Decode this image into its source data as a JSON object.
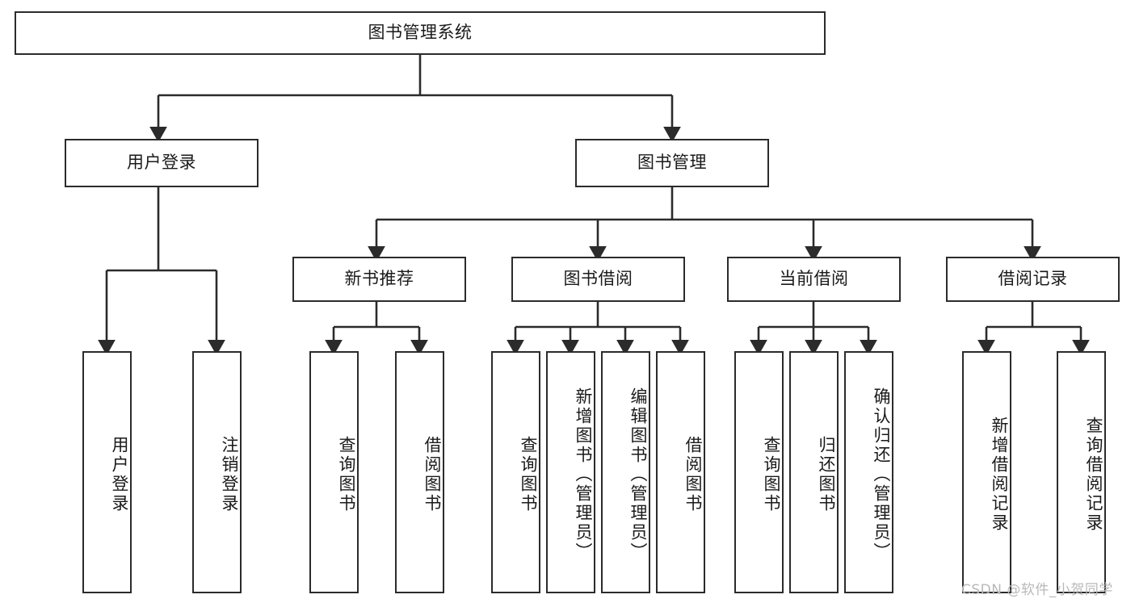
{
  "diagram": {
    "title": "图书管理系统",
    "watermark": "CSDN @软件_小贺同学",
    "colors": {
      "stroke": "#2b2b2b",
      "fill": "#ffffff",
      "text": "#1a1a1a",
      "watermark": "#b9b9b9"
    },
    "levels": {
      "root": "图书管理系统",
      "level2": [
        "用户登录",
        "图书管理"
      ],
      "level3": [
        "新书推荐",
        "图书借阅",
        "当前借阅",
        "借阅记录"
      ],
      "leaves": [
        "用户登录",
        "注销登录",
        "查询图书",
        "借阅图书",
        "查询图书",
        "新增图书（管理员）",
        "编辑图书（管理员）",
        "借阅图书",
        "查询图书",
        "归还图书",
        "确认归还（管理员）",
        "新增借阅记录",
        "查询借阅记录"
      ]
    },
    "nodes": {
      "root": {
        "label": "图书管理系统"
      },
      "user_login": {
        "label": "用户登录"
      },
      "book_manage": {
        "label": "图书管理"
      },
      "new_book_rec": {
        "label": "新书推荐"
      },
      "book_borrow": {
        "label": "图书借阅"
      },
      "current_borrow": {
        "label": "当前借阅"
      },
      "borrow_record": {
        "label": "借阅记录"
      },
      "leaf_user_login": {
        "label": "用户登录"
      },
      "leaf_logout": {
        "label": "注销登录"
      },
      "leaf_query_book_a": {
        "label": "查询图书"
      },
      "leaf_borrow_book_a": {
        "label": "借阅图书"
      },
      "leaf_query_book_b": {
        "label": "查询图书"
      },
      "leaf_add_book": {
        "label": "新增图书（管理员）"
      },
      "leaf_edit_book": {
        "label": "编辑图书（管理员）"
      },
      "leaf_borrow_book_b": {
        "label": "借阅图书"
      },
      "leaf_query_book_c": {
        "label": "查询图书"
      },
      "leaf_return_book": {
        "label": "归还图书"
      },
      "leaf_confirm_return": {
        "label": "确认归还（管理员）"
      },
      "leaf_add_record": {
        "label": "新增借阅记录"
      },
      "leaf_query_record": {
        "label": "查询借阅记录"
      }
    },
    "edges": [
      {
        "from": "root",
        "to": "user_login"
      },
      {
        "from": "root",
        "to": "book_manage"
      },
      {
        "from": "user_login",
        "to": "leaf_user_login"
      },
      {
        "from": "user_login",
        "to": "leaf_logout"
      },
      {
        "from": "book_manage",
        "to": "new_book_rec"
      },
      {
        "from": "book_manage",
        "to": "book_borrow"
      },
      {
        "from": "book_manage",
        "to": "current_borrow"
      },
      {
        "from": "book_manage",
        "to": "borrow_record"
      },
      {
        "from": "new_book_rec",
        "to": "leaf_query_book_a"
      },
      {
        "from": "new_book_rec",
        "to": "leaf_borrow_book_a"
      },
      {
        "from": "book_borrow",
        "to": "leaf_query_book_b"
      },
      {
        "from": "book_borrow",
        "to": "leaf_add_book"
      },
      {
        "from": "book_borrow",
        "to": "leaf_edit_book"
      },
      {
        "from": "book_borrow",
        "to": "leaf_borrow_book_b"
      },
      {
        "from": "current_borrow",
        "to": "leaf_query_book_c"
      },
      {
        "from": "current_borrow",
        "to": "leaf_return_book"
      },
      {
        "from": "current_borrow",
        "to": "leaf_confirm_return"
      },
      {
        "from": "borrow_record",
        "to": "leaf_add_record"
      },
      {
        "from": "borrow_record",
        "to": "leaf_query_record"
      }
    ]
  }
}
